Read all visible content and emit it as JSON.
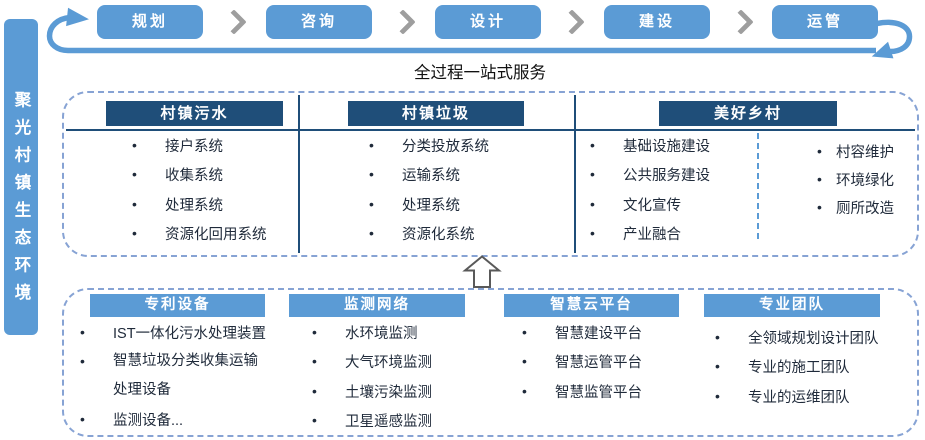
{
  "sidebar": {
    "title": "聚光村镇生态环境"
  },
  "process": {
    "steps": [
      "规划",
      "咨询",
      "设计",
      "建设",
      "运管"
    ],
    "banner": "全过程一站式服务"
  },
  "services": {
    "columns": [
      {
        "header": "村镇污水",
        "items": [
          "接户系统",
          "收集系统",
          "处理系统",
          "资源化回用系统"
        ]
      },
      {
        "header": "村镇垃圾",
        "items": [
          "分类投放系统",
          "运输系统",
          "处理系统",
          "资源化系统"
        ]
      },
      {
        "header": "美好乡村",
        "items": [
          "基础设施建设",
          "公共服务建设",
          "文化宣传",
          "产业融合"
        ],
        "extra_items": [
          "村容维护",
          "环境绿化",
          "厕所改造"
        ]
      }
    ]
  },
  "capabilities": {
    "columns": [
      {
        "header": "专利设备",
        "items": [
          "IST一体化污水处理装置",
          "智慧垃圾分类收集运输处理设备",
          "监测设备..."
        ]
      },
      {
        "header": "监测网络",
        "items": [
          "水环境监测",
          "大气环境监测",
          "土壤污染监测",
          "卫星遥感监测"
        ]
      },
      {
        "header": "智慧云平台",
        "items": [
          "智慧建设平台",
          "智慧运管平台",
          "智慧监管平台"
        ]
      },
      {
        "header": "专业团队",
        "items": [
          "全领域规划设计团队",
          "专业的施工团队",
          "专业的运维团队"
        ]
      }
    ]
  },
  "colors": {
    "accent_blue": "#5B9BD5",
    "navy": "#1F4E79",
    "dashed_border": "#87A3D4",
    "chevron_gray": "#9E9E9E",
    "text_dark": "#1F2A3A",
    "arrow_outline": "#595959"
  }
}
